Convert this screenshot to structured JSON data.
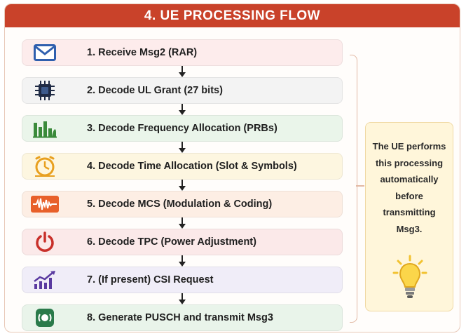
{
  "title": "4. UE PROCESSING FLOW",
  "steps": [
    {
      "label": "1. Receive Msg2 (RAR)",
      "icon": "envelope-icon",
      "bg": "#fdecec"
    },
    {
      "label": "2. Decode UL Grant (27 bits)",
      "icon": "chip-icon",
      "bg": "#f3f3f3"
    },
    {
      "label": "3. Decode Frequency Allocation (PRBs)",
      "icon": "spectrum-icon",
      "bg": "#eaf5ea"
    },
    {
      "label": "4. Decode Time Allocation (Slot & Symbols)",
      "icon": "timer-icon",
      "bg": "#fdf6e0"
    },
    {
      "label": "5. Decode MCS (Modulation & Coding)",
      "icon": "waveform-icon",
      "bg": "#fdeee4"
    },
    {
      "label": "6. Decode TPC (Power Adjustment)",
      "icon": "power-icon",
      "bg": "#fbe9e9"
    },
    {
      "label": "7. (If present) CSI Request",
      "icon": "trend-chart-icon",
      "bg": "#f0edf8"
    },
    {
      "label": "8. Generate PUSCH and transmit Msg3",
      "icon": "transmit-icon",
      "bg": "#e9f4ea"
    }
  ],
  "note": {
    "text": "The UE performs\nthis processing\nautomatically\nbefore\ntransmitting\nMsg3.",
    "icon": "lightbulb-icon"
  },
  "colors": {
    "header": "#c9422a",
    "envelope": "#2f5fae",
    "chip": "#1f2a44",
    "spectrum": "#3a8a3a",
    "timer": "#e8a020",
    "waveform": "#e8602a",
    "power": "#c8302a",
    "trend": "#5a3aa0",
    "transmit": "#2a7a4a",
    "bulb": "#f2c230"
  }
}
